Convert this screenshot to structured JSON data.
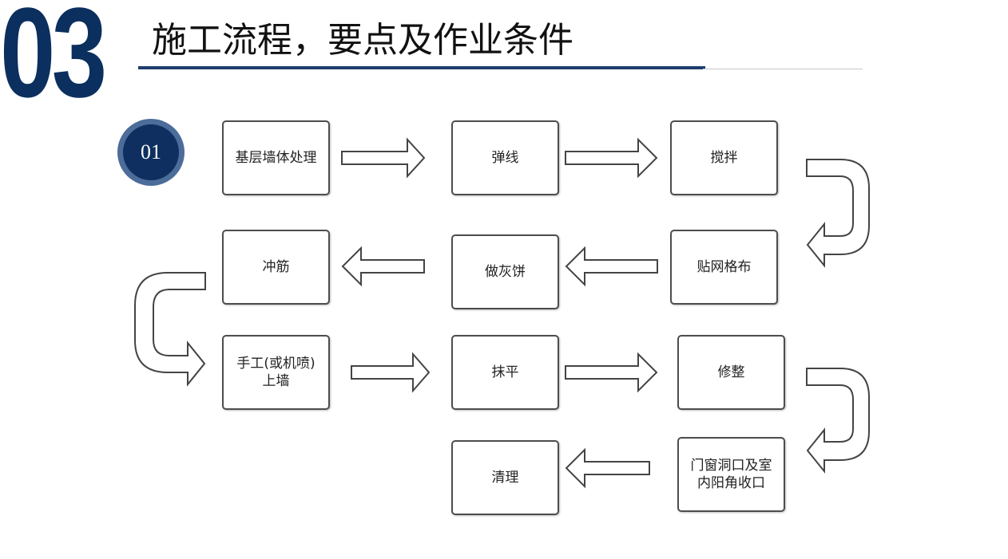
{
  "header": {
    "section_number": "03",
    "title": "施工流程，要点及作业条件"
  },
  "badge": {
    "number": "01"
  },
  "colors": {
    "navy": "#0b2f5e",
    "badge_ring": "#4c6c9a",
    "rule": "#1d3e6e",
    "box_border": "#4d4d4d"
  },
  "flowchart": {
    "steps": [
      {
        "id": "s1",
        "label": "基层墙体处理"
      },
      {
        "id": "s2",
        "label": "弹线"
      },
      {
        "id": "s3",
        "label": "搅拌"
      },
      {
        "id": "s4",
        "label": "贴网格布"
      },
      {
        "id": "s5",
        "label": "做灰饼"
      },
      {
        "id": "s6",
        "label": "冲筋"
      },
      {
        "id": "s7",
        "label_line1": "手工(或机喷)",
        "label_line2": "上墙"
      },
      {
        "id": "s8",
        "label": "抹平"
      },
      {
        "id": "s9",
        "label": "修整"
      },
      {
        "id": "s10",
        "label_line1": "门窗洞口及室",
        "label_line2": "内阳角收口"
      },
      {
        "id": "s11",
        "label": "清理"
      }
    ]
  }
}
